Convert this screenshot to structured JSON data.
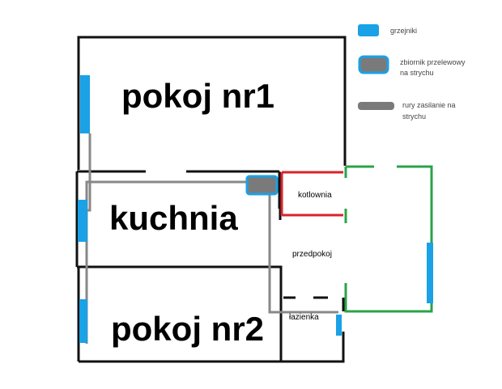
{
  "colors": {
    "wall": "#111111",
    "radiator": "#1aa1e6",
    "pipe": "#888888",
    "tank_border": "#1aa1e6",
    "red_wall": "#d8232a",
    "green_wall": "#2aa34a"
  },
  "rooms": {
    "pokoj1": "pokoj nr1",
    "kuchnia": "kuchnia",
    "pokoj2": "pokoj nr2",
    "kotlownia": "kotlownia",
    "przedpokoj": "przedpokoj",
    "lazienka": "łazienka"
  },
  "legend": {
    "radiators": {
      "label": "grzejniki",
      "icon": "radiator-swatch"
    },
    "tank": {
      "label_line1": "zbiornik przelewowy",
      "label_line2": "na strychu",
      "icon": "tank-swatch"
    },
    "pipes": {
      "label_line1": "rury zasilanie na",
      "label_line2": "strychu",
      "icon": "pipe-swatch"
    }
  }
}
